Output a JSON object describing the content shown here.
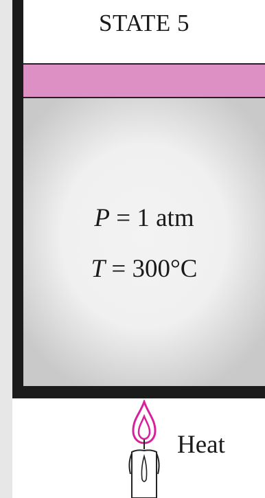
{
  "title": "STATE 5",
  "gas": {
    "pressure": {
      "var": "P",
      "op": " = ",
      "value": "1 atm"
    },
    "temperature": {
      "var": "T",
      "op": " = ",
      "value": "300°C"
    }
  },
  "heat_label": "Heat",
  "colors": {
    "piston": "#dc90c3",
    "flame": "#d6219a",
    "wall": "#1b1b1b"
  },
  "icons": [
    "candle-flame-icon"
  ]
}
